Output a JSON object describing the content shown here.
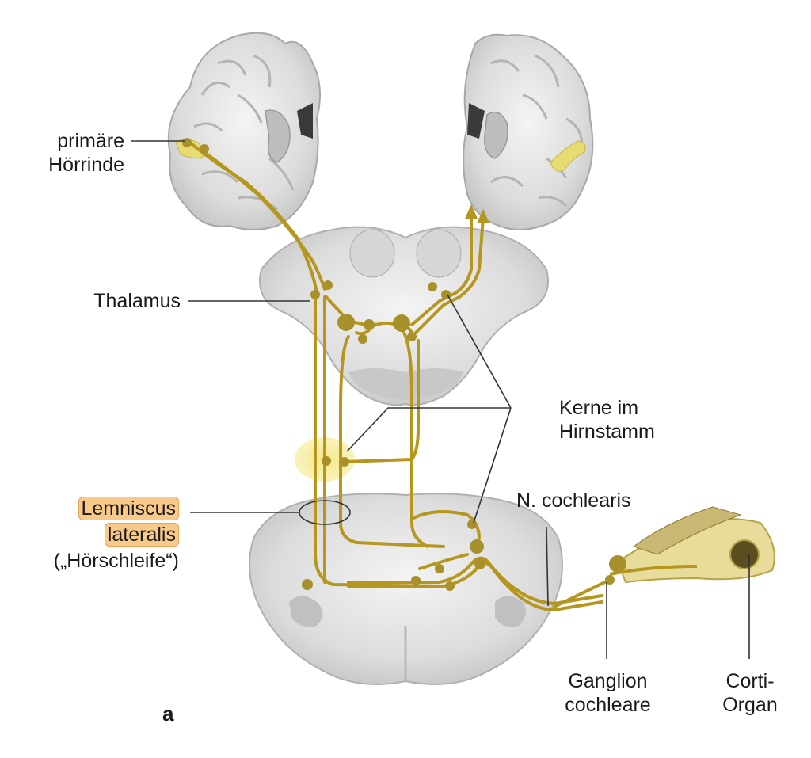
{
  "figure": {
    "panel_letter": "a",
    "labels": {
      "primary_cortex": [
        "primäre",
        "Hörrinde"
      ],
      "thalamus": "Thalamus",
      "brainstem_nuclei": [
        "Kerne im",
        "Hirnstamm"
      ],
      "cochlear_nerve": "N. cochlearis",
      "lemniscus": [
        "Lemniscus",
        "lateralis",
        "(„Hörschleife“)"
      ],
      "ganglion": [
        "Ganglion",
        "cochleare"
      ],
      "corti": [
        "Corti-",
        "Organ"
      ]
    },
    "colors": {
      "pathway": "#b5961f",
      "nucleus": "#a8902a",
      "cortex_highlight": "#e7dc72",
      "lemniscus_highlight": "#f9c98a",
      "brain_tissue": "#dcdcdc",
      "leader_line": "#333333"
    }
  }
}
